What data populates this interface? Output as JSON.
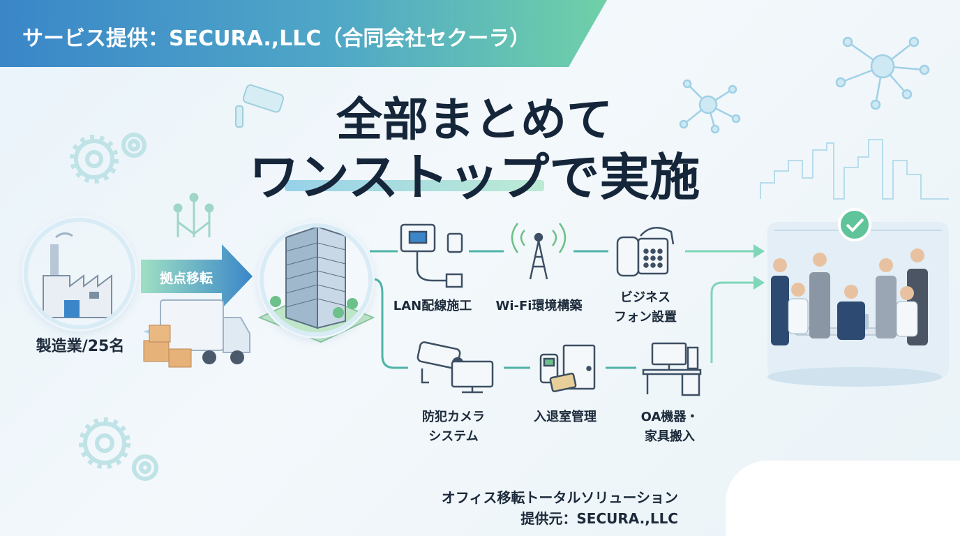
{
  "banner": {
    "text": "サービス提供：SECURA.,LLC（合同会社セクーラ）"
  },
  "headline": {
    "line1": "全部まとめて",
    "line2": "ワンストップで実施"
  },
  "client": {
    "label": "製造業/25名"
  },
  "relocation_arrow": {
    "label": "拠点移転"
  },
  "services_top": [
    {
      "label": "LAN配線施工",
      "icon": "lan-cable-icon"
    },
    {
      "label": "Wi-Fi環境構築",
      "icon": "wifi-tower-icon"
    },
    {
      "label1": "ビジネス",
      "label2": "フォン設置",
      "icon": "business-phone-icon"
    }
  ],
  "services_bottom": [
    {
      "label1": "防犯カメラ",
      "label2": "システム",
      "icon": "security-camera-icon"
    },
    {
      "label": "入退室管理",
      "icon": "access-control-icon"
    },
    {
      "label1": "OA機器・",
      "label2": "家具搬入",
      "icon": "office-desk-icon"
    }
  ],
  "footer": {
    "line1": "オフィス移転トータルソリューション",
    "line2": "提供元：SECURA.,LLC"
  },
  "colors": {
    "accent_blue": "#3a86c8",
    "accent_green": "#6fd0a8",
    "line": "#4fb3a8"
  }
}
